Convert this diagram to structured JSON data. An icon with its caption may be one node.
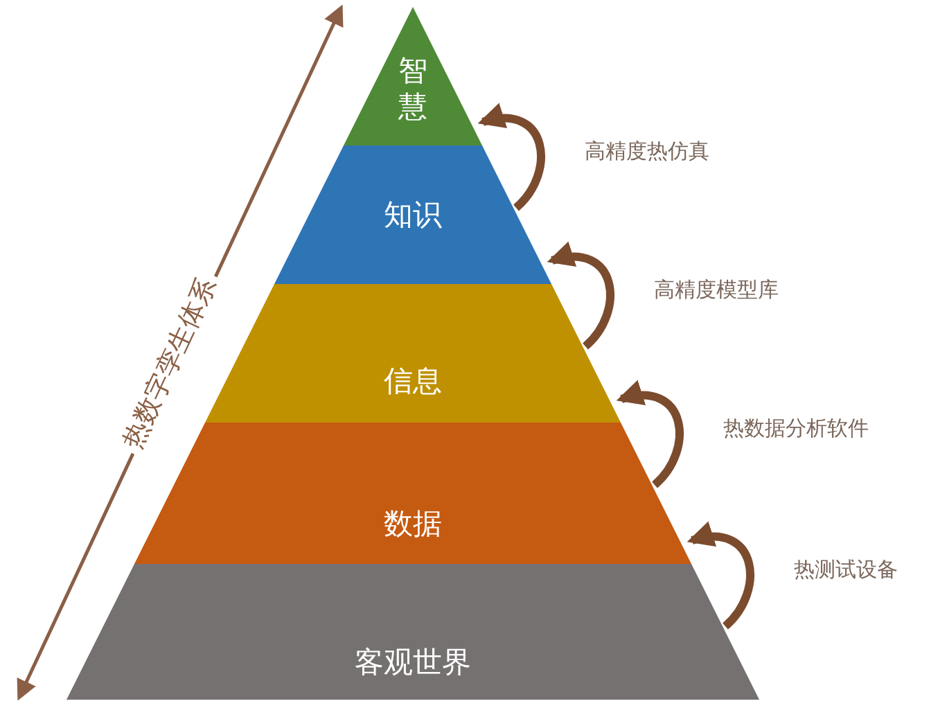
{
  "diagram": {
    "nodes": [
      {
        "text": [
          "智慧"
        ]
      },
      {
        "text": [
          "知识"
        ]
      },
      {
        "text": [
          "信息"
        ]
      },
      {
        "text": [
          "数据"
        ]
      },
      {
        "text": [
          "客观世界"
        ]
      }
    ],
    "edges": [
      {
        "from": 1,
        "to": 0,
        "arrow": "to",
        "label": "高精度热仿真"
      },
      {
        "from": 2,
        "to": 1,
        "arrow": "to",
        "label": "高精度模型库"
      },
      {
        "from": 3,
        "to": 2,
        "arrow": "to",
        "label": "热数据分析软件"
      },
      {
        "from": 4,
        "to": 3,
        "arrow": "to",
        "label": "热测试设备"
      }
    ],
    "labels": [
      "热数字孪生体系"
    ]
  }
}
